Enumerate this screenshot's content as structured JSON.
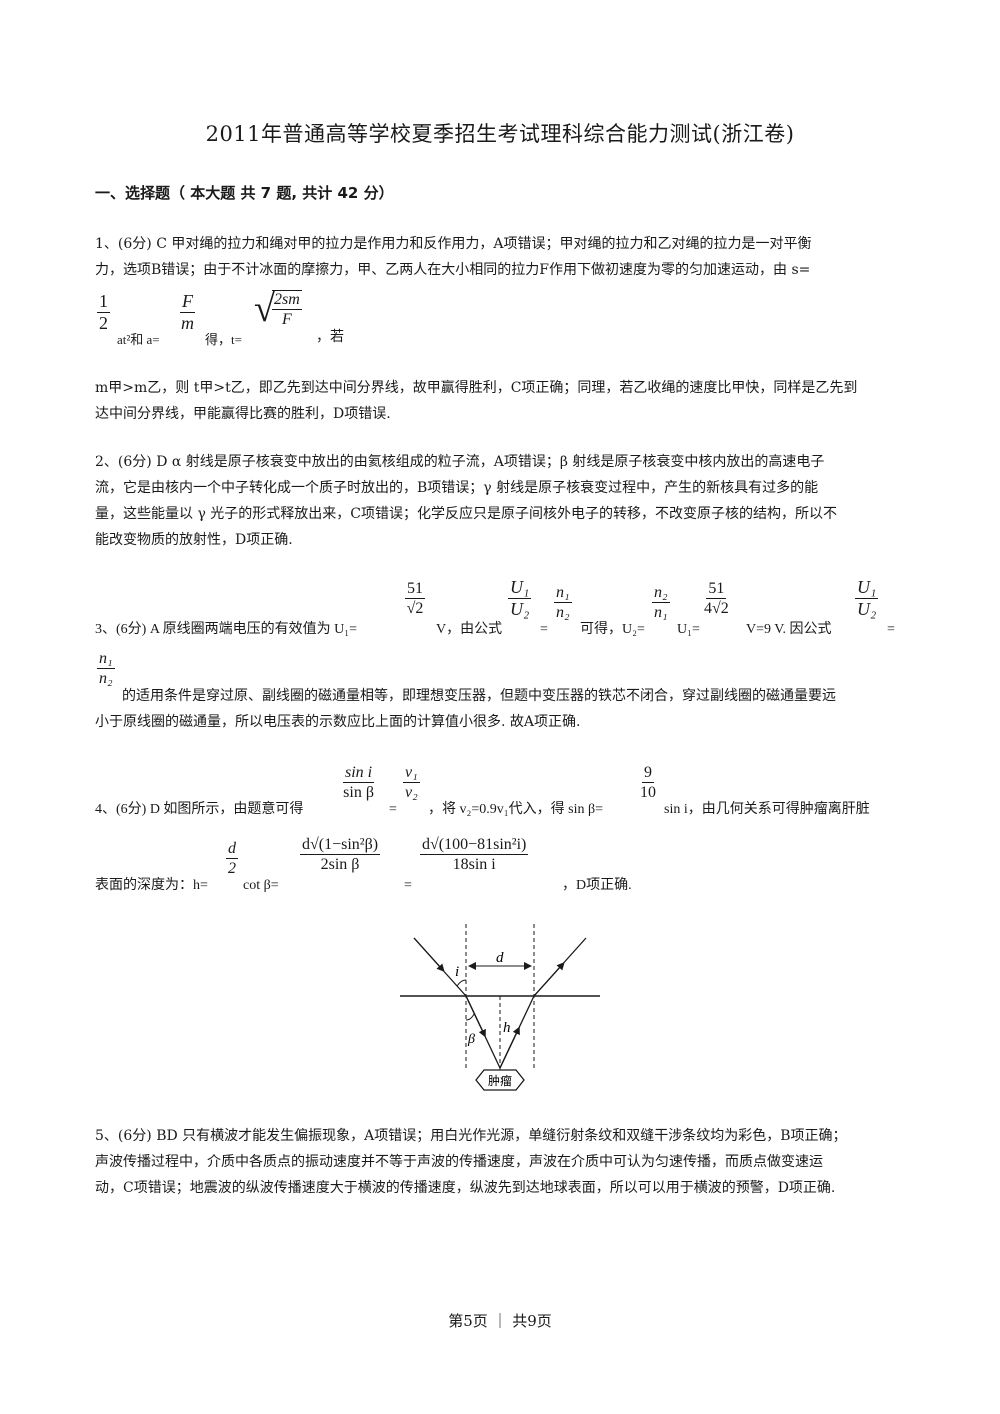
{
  "title": "2011年普通高等学校夏季招生考试理科综合能力测试(浙江卷)",
  "section": "一、选择题（ 本大题 共 7 题, 共计 42 分）",
  "q1": {
    "l1": "1、(6分) C   甲对绳的拉力和绳对甲的拉力是作用力和反作用力，A项错误；甲对绳的拉力和乙对绳的拉力是一对平衡",
    "l2": "力，选项B错误；由于不计冰面的摩擦力，甲、乙两人在大小相同的拉力F作用下做初速度为零的匀加速运动，由 s=",
    "f_half_num": "1",
    "f_half_den": "2",
    "t_at2": "at²和 a=",
    "f_fm_num": "F",
    "f_fm_den": "m",
    "t_de": "得，t=",
    "sqrt_num": "2sm",
    "sqrt_den": "F",
    "t_ruo": "，若",
    "l3": "m甲>m乙，则 t甲>t乙，即乙先到达中间分界线，故甲赢得胜利，C项正确；同理，若乙收绳的速度比甲快，同样是乙先到",
    "l4": "达中间分界线，甲能赢得比赛的胜利，D项错误."
  },
  "q2": {
    "l1": "2、(6分) D   α 射线是原子核衰变中放出的由氦核组成的粒子流，A项错误；β 射线是原子核衰变中核内放出的高速电子",
    "l2": "流，它是由核内一个中子转化成一个质子时放出的，B项错误；γ 射线是原子核衰变过程中，产生的新核具有过多的能",
    "l3": "量，这些能量以 γ 光子的形式释放出来，C项错误；化学反应只是原子间核外电子的转移，不改变原子核的结构，所以不",
    "l4": "能改变物质的放射性，D项正确."
  },
  "q3": {
    "t1": "3、(6分) A   原线圈两端电压的有效值为 U₁=",
    "f51_num": "51",
    "f51_den": "√2",
    "t2": "V，由公式",
    "fu_num": "U₁",
    "fu_den": "U₂",
    "eq": "=",
    "fn_num": "n₁",
    "fn_den": "n₂",
    "t3": "可得，U₂=",
    "fn2_num": "n₂",
    "fn2_den": "n₁",
    "t4": "U₁=",
    "f51b_num": "51",
    "f51b_den": "4√2",
    "t5": "V=9 V. 因公式",
    "l2": "的适用条件是穿过原、副线圈的磁通量相等，即理想变压器，但题中变压器的铁芯不闭合，穿过副线圈的磁通量要远",
    "l3": "小于原线圈的磁通量，所以电压表的示数应比上面的计算值小很多. 故A项正确."
  },
  "q4": {
    "t1": "4、(6分) D   如图所示，由题意可得",
    "fs_num": "sin i",
    "fs_den": "sin β",
    "fv_num": "v₁",
    "fv_den": "v₂",
    "t2": "，将 v₂=0.9v₁代入，得 sin β=",
    "f9_num": "9",
    "f9_den": "10",
    "t3": "sin i，由几何关系可得肿瘤离肝脏",
    "t4": "表面的深度为：h=",
    "fd_num": "d",
    "fd_den": "2",
    "t5": "cot β=",
    "fh1_num": "d√(1−sin²β)",
    "fh1_den": "2sin β",
    "fh2_num": "d√(100−81sin²i)",
    "fh2_den": "18sin i",
    "t6": "，D项正确.",
    "fig": {
      "i": "i",
      "d": "d",
      "h": "h",
      "beta": "β",
      "tumor": "肿瘤"
    }
  },
  "q5": {
    "l1": "5、(6分) BD 只有横波才能发生偏振现象，A项错误；用白光作光源，单缝衍射条纹和双缝干涉条纹均为彩色，B项正确；",
    "l2": "声波传播过程中，介质中各质点的振动速度并不等于声波的传播速度，声波在介质中可认为匀速传播，而质点做变速运",
    "l3": "动，C项错误；地震波的纵波传播速度大于横波的传播速度，纵波先到达地球表面，所以可以用于横波的预警，D项正确."
  },
  "footer": "第5页 ｜ 共9页"
}
